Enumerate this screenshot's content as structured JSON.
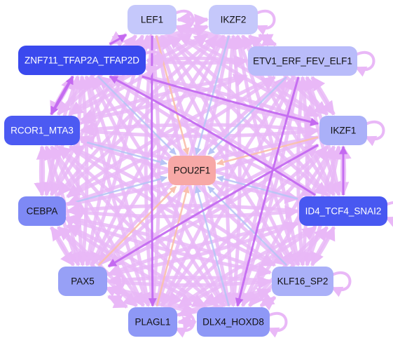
{
  "palette": {
    "edge_light": "#e9b8f7",
    "edge_purple": "#c46af0",
    "edge_blue": "#b8c4f5",
    "edge_orange": "#f9c0ae",
    "node_text_dark": "#111111",
    "node_text_light": "#ffffff"
  },
  "nodes": [
    {
      "id": "lef1",
      "label": "LEF1",
      "fill": "#c5c8fb",
      "text": "dark"
    },
    {
      "id": "ikzf2",
      "label": "IKZF2",
      "fill": "#c5c8fb",
      "text": "dark"
    },
    {
      "id": "znf711",
      "label": "ZNF711_TFAP2A_TFAP2D",
      "fill": "#3a49ee",
      "text": "light"
    },
    {
      "id": "etv1",
      "label": "ETV1_ERF_FEV_ELF1",
      "fill": "#b9bcfa",
      "text": "dark"
    },
    {
      "id": "rcor1",
      "label": "RCOR1_MTA3",
      "fill": "#4c5af2",
      "text": "light"
    },
    {
      "id": "ikzf1",
      "label": "IKZF1",
      "fill": "#aab0f8",
      "text": "dark"
    },
    {
      "id": "pou2f1",
      "label": "POU2F1",
      "fill": "#f7a8a6",
      "text": "dark"
    },
    {
      "id": "cebpa",
      "label": "CEBPA",
      "fill": "#7e89f5",
      "text": "dark"
    },
    {
      "id": "id4",
      "label": "ID4_TCF4_SNAI2",
      "fill": "#4858f1",
      "text": "light"
    },
    {
      "id": "pax5",
      "label": "PAX5",
      "fill": "#97a0f6",
      "text": "dark"
    },
    {
      "id": "klf16",
      "label": "KLF16_SP2",
      "fill": "#aab0f8",
      "text": "dark"
    },
    {
      "id": "plagl1",
      "label": "PLAGL1",
      "fill": "#8e98f6",
      "text": "dark"
    },
    {
      "id": "dlx4",
      "label": "DLX4_HOXD8",
      "fill": "#8e98f6",
      "text": "dark"
    }
  ]
}
